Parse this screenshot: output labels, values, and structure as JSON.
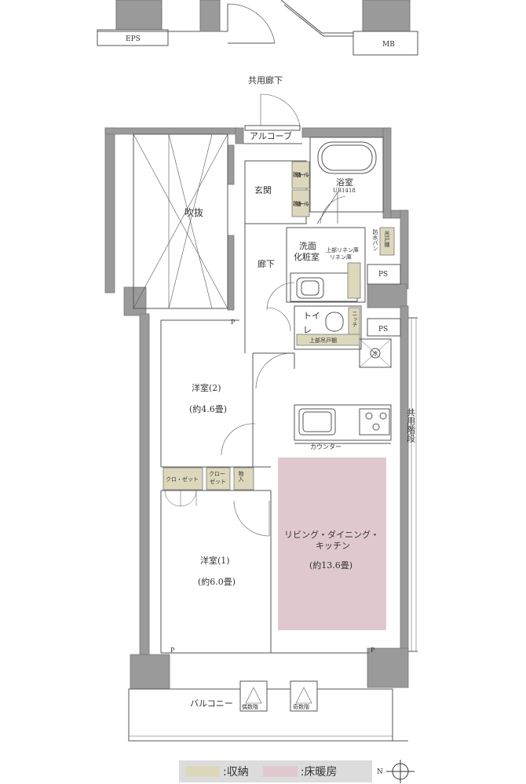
{
  "colors": {
    "wall": "#9a9a9a",
    "storage": "#ddd8bc",
    "floor_heating": "#dfc9ce",
    "legend_bg": "#dcdcdc",
    "line": "#555555"
  },
  "top": {
    "eps": "EPS",
    "mb": "MB",
    "corridor": "共用廊下"
  },
  "rooms": {
    "alcove": "アルコーブ",
    "void": "吹抜",
    "entrance": "玄関",
    "shoe1": "靴箱(トール)",
    "shoe2": "靴箱(トール)",
    "bath": "浴室",
    "bath_unit": "UB1418",
    "hallway": "廊下",
    "washroom_1": "洗面",
    "washroom_2": "化粧室",
    "linen_1": "上部リネン庫",
    "linen_2": "リネン庫",
    "waterproof_pan": "防水パン",
    "hanging_cabinet": "吊戸棚",
    "toilet_1": "トイ",
    "toilet_2": "レ",
    "upper_hanging": "上部吊戸棚",
    "niche": "ニッチ",
    "ps1": "PS",
    "ps2": "PS",
    "fridge": "冷",
    "western2": "洋室(2)",
    "western2_size": "(約4.6畳)",
    "closet_a": "クロ・ゼット",
    "closet_b_1": "クロー",
    "closet_b_2": "ゼット",
    "storeroom": "物入",
    "western1": "洋室(1)",
    "western1_size": "(約6.0畳)",
    "counter": "カウンター",
    "ldk_1": "リビング・ダイニング・",
    "ldk_2": "キッチン",
    "ldk_size": "(約13.6畳)",
    "p1": "P",
    "p2": "P",
    "p3": "P",
    "stairs": "共用階段",
    "balcony": "バルコニー",
    "evac_even": "偶数階",
    "evac_odd": "奇数階"
  },
  "legend": {
    "storage_label": ":収納",
    "heating_label": ":床暖房"
  },
  "compass": "N"
}
